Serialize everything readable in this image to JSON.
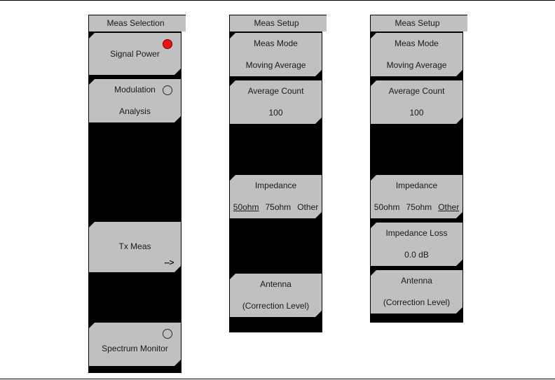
{
  "panels": [
    {
      "id": "meas-selection",
      "title": "Meas Selection",
      "keys": [
        {
          "id": "signal-power",
          "line1": "",
          "line2": "",
          "center": "Signal Power",
          "indicator": "led-on"
        },
        {
          "id": "modulation-analysis",
          "line1": "Modulation",
          "line2": "Analysis",
          "indicator": "led-off"
        },
        {
          "id": "tx-meas",
          "center": "Tx Meas",
          "marker": "-->"
        },
        {
          "id": "spectrum-monitor",
          "center": "Spectrum Monitor",
          "indicator": "led-off"
        }
      ]
    },
    {
      "id": "meas-setup-50ohm",
      "title": "Meas Setup",
      "keys": [
        {
          "id": "meas-mode",
          "line1": "Meas Mode",
          "line2": "Moving Average"
        },
        {
          "id": "average-count",
          "line1": "Average Count",
          "line2": "100"
        },
        {
          "id": "impedance",
          "line1": "Impedance",
          "choices": [
            "50ohm",
            "75ohm",
            "Other"
          ],
          "selected": "50ohm"
        },
        {
          "id": "antenna",
          "line1": "Antenna",
          "line2": "(Correction Level)"
        }
      ]
    },
    {
      "id": "meas-setup-other",
      "title": "Meas Setup",
      "keys": [
        {
          "id": "meas-mode",
          "line1": "Meas Mode",
          "line2": "Moving Average"
        },
        {
          "id": "average-count",
          "line1": "Average Count",
          "line2": "100"
        },
        {
          "id": "impedance",
          "line1": "Impedance",
          "choices": [
            "50ohm",
            "75ohm",
            "Other"
          ],
          "selected": "Other"
        },
        {
          "id": "impedance-loss",
          "line1": "Impedance Loss",
          "line2": "0.0 dB"
        },
        {
          "id": "antenna",
          "line1": "Antenna",
          "line2": "(Correction Level)"
        }
      ]
    }
  ],
  "colors": {
    "key_face": "#c0c0c0",
    "frame": "#000000",
    "led_on": "#e81313",
    "text": "#1a1a1a"
  }
}
